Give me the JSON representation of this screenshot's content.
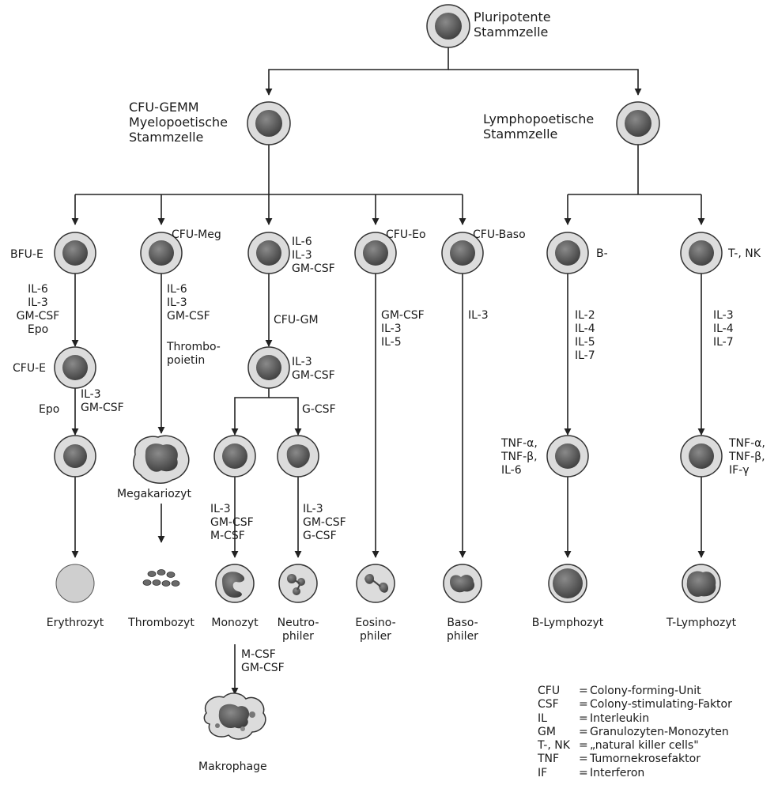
{
  "nodes": {
    "stem": "Pluripotente\nStammzelle",
    "myelo": "CFU-GEMM\nMyelopoetische\nStammzelle",
    "lympho": "Lymphopoetische\nStammzelle",
    "bfue": "BFU-E",
    "cfumeg": "CFU-Meg",
    "cfueo": "CFU-Eo",
    "cfubaso": "CFU-Baso",
    "b_prec": "B-",
    "tnk_prec": "T-, NK",
    "cfugm": "CFU-GM",
    "cfue": "CFU-E",
    "megakariozyt": "Megakariozyt",
    "makrophage": "Makrophage"
  },
  "factors": {
    "gm_prec": "IL-6\nIL-3\nGM-CSF",
    "bfue_to_cfue": "IL-6\nIL-3\nGM-CSF\nEpo",
    "meg": "IL-6\nIL-3\nGM-CSF",
    "thrombopoietin": "Thrombo-\npoietin",
    "cfugm_cell": "IL-3\nGM-CSF",
    "eo": "GM-CSF\nIL-3\nIL-5",
    "baso": "IL-3",
    "b_arrow": "IL-2\nIL-4\nIL-5\nIL-7",
    "t_arrow": "IL-3\nIL-4\nIL-7",
    "cfue_epo": "Epo",
    "cfue_il": "IL-3\nGM-CSF",
    "gcsf": "G-CSF",
    "mono": "IL-3\nGM-CSF\nM-CSF",
    "neutro": "IL-3\nGM-CSF\nG-CSF",
    "b_tnf": "TNF-α,\nTNF-β,\nIL-6",
    "t_tnf": "TNF-α,\nTNF-β,\nIF-γ",
    "makro": "M-CSF\nGM-CSF"
  },
  "final_cells": {
    "erythrozyt": "Erythrozyt",
    "thrombozyt": "Thrombozyt",
    "monozyt": "Monozyt",
    "neutrophiler": "Neutro-\nphiler",
    "eosinophiler": "Eosino-\nphiler",
    "basophiler": "Baso-\nphiler",
    "b_lymphozyt": "B-Lymphozyt",
    "t_lymphozyt": "T-Lymphozyt"
  },
  "legend": [
    {
      "abbr": "CFU",
      "eq": "=",
      "text": "Colony-forming-Unit"
    },
    {
      "abbr": "CSF",
      "eq": "=",
      "text": "Colony-stimulating-Faktor"
    },
    {
      "abbr": "IL",
      "eq": "=",
      "text": "Interleukin"
    },
    {
      "abbr": "GM",
      "eq": "=",
      "text": "Granulozyten-Monozyten"
    },
    {
      "abbr": "T-, NK",
      "eq": "=",
      "text": "„natural killer cells\""
    },
    {
      "abbr": "TNF",
      "eq": "=",
      "text": "Tumornekrosefaktor"
    },
    {
      "abbr": "IF",
      "eq": "=",
      "text": "Interferon"
    }
  ],
  "colors": {
    "cell_fill": "#dcdcdc",
    "nucleus": "#5a5a5a",
    "line": "#222222",
    "erythrozyt": "#cfcfcf"
  }
}
